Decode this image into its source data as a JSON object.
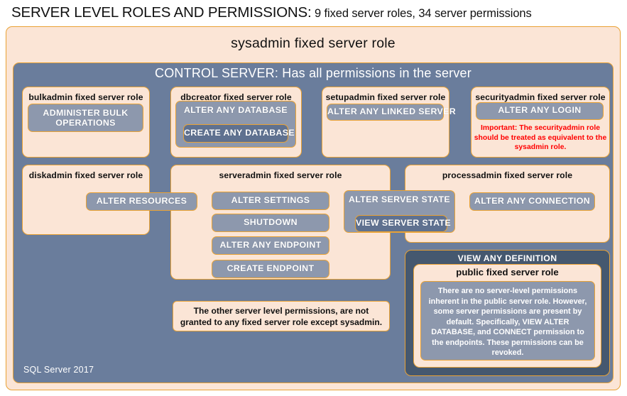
{
  "title": {
    "main": "SERVER LEVEL ROLES AND PERMISSIONS:",
    "sub": " 9 fixed server roles, 34 server permissions"
  },
  "diagram": {
    "sysadmin_label": "sysadmin fixed server role",
    "control_server_label": "CONTROL SERVER: Has all permissions in the server",
    "sql_version": "SQL Server 2017",
    "roles": [
      {
        "name": "bulkadmin",
        "title": "bulkadmin fixed server role",
        "permissions": [
          "ADMINISTER  BULK OPERATIONS"
        ]
      },
      {
        "name": "dbcreator",
        "title": "dbcreator fixed server role",
        "permissions": [
          "ALTER ANY DATABASE",
          "CREATE  ANY DATABASE"
        ]
      },
      {
        "name": "setupadmin",
        "title": "setupadmin fixed server role",
        "permissions": [
          "ALTER ANY LINKED SERVER"
        ]
      },
      {
        "name": "securityadmin",
        "title": "securityadmin fixed server role",
        "permissions": [
          "ALTER ANY LOGIN"
        ],
        "note": "Important:  The securityadmin role should  be treated as equivalent to the  sysadmin role.",
        "note_color": "#ff0000"
      },
      {
        "name": "diskadmin",
        "title": "diskadmin fixed server role",
        "permissions": [
          "ALTER RESOURCES"
        ]
      },
      {
        "name": "serveradmin",
        "title": "serveradmin fixed server role",
        "permissions": [
          "ALTER SETTINGS",
          "SHUTDOWN",
          "ALTER ANY ENDPOINT",
          "CREATE  ENDPOINT",
          "ALTER SERVER  STATE",
          "VIEW SERVER  STATE"
        ]
      },
      {
        "name": "processadmin",
        "title": "processadmin fixed server role",
        "permissions": [
          "ALTER ANY CONNECTION"
        ]
      },
      {
        "name": "public",
        "title": "public  fixed server role",
        "permissions": [
          "VIEW ANY DEFINITION"
        ],
        "note": "There are no server-level permissions inherent in the public server role. However, some server permissions are present by default. Specifically, VIEW ALTER DATABASE, and CONNECT permission to the endpoints. These permissions can be revoked."
      }
    ],
    "other_permissions_note": "The other server level permissions, are not granted to any fixed server role except sysadmin."
  },
  "colors": {
    "peach_fill": "#fbe5d6",
    "gold_border": "#e9a235",
    "control_server_fill": "#6a7d9c",
    "permission_fill": "#8d98ad",
    "permission_nested_fill": "#5f7190",
    "navy_fill": "#45586f",
    "warning_text": "#ff0000"
  }
}
